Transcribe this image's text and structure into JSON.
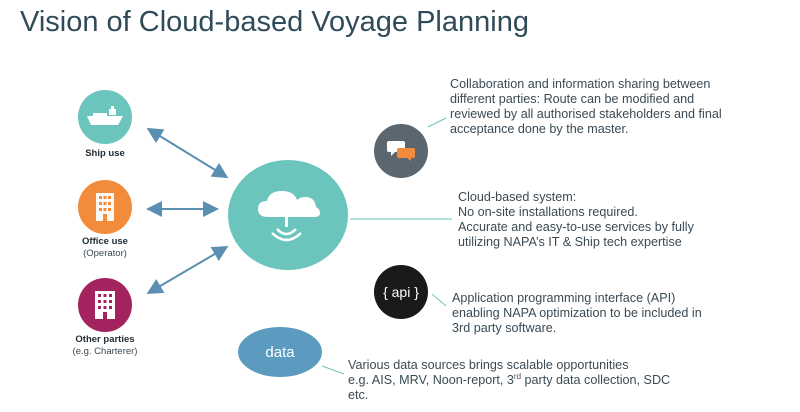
{
  "title": "Vision of Cloud-based Voyage Planning",
  "colors": {
    "teal": "#6cc5bd",
    "orange": "#f28c3c",
    "magenta": "#a3235f",
    "dark": "#5a6770",
    "black": "#1a1a1a",
    "data_blue": "#5a9bbf",
    "arrow": "#5a8fb2"
  },
  "nodes": {
    "ship": {
      "label": "Ship use",
      "icon": "ship-icon"
    },
    "office": {
      "label": "Office use",
      "sublabel": "(Operator)",
      "icon": "building-icon"
    },
    "other": {
      "label": "Other parties",
      "sublabel": "(e.g. Charterer)",
      "icon": "apartment-icon"
    },
    "cloud": {
      "icon": "cloud-icon"
    },
    "data": {
      "label": "data"
    },
    "api": {
      "label": "{ api }"
    }
  },
  "descriptions": {
    "collaboration": {
      "lines": [
        "Collaboration and information sharing between",
        "different parties: Route can be modified and",
        "reviewed by all authorised stakeholders and final",
        "acceptance done by the master."
      ]
    },
    "cloud": {
      "lines": [
        "Cloud-based system:",
        "No on-site installations required.",
        "Accurate and easy-to-use services by fully",
        "utilizing NAPA’s IT & Ship tech expertise"
      ]
    },
    "api": {
      "lines": [
        "Application programming interface (API)",
        "enabling NAPA optimization to be included in",
        "3rd party software."
      ]
    },
    "data": {
      "line1": "Various data sources brings scalable opportunities",
      "line2_pre": "e.g. AIS, MRV, Noon-report, 3",
      "line2_sup": "rd",
      "line2_post": " party data collection, SDC",
      "line3": "etc."
    }
  }
}
